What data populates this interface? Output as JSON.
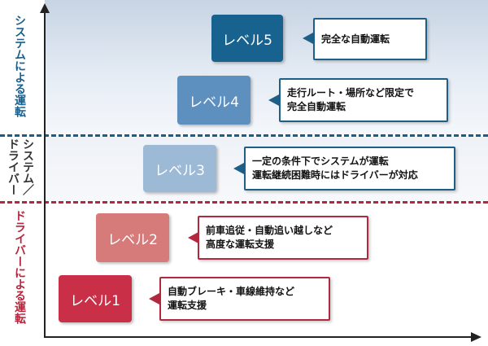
{
  "colors": {
    "system_blue": "#1b5f8c",
    "shared_blue": "#1a5d85",
    "driver_red": "#b3283e"
  },
  "axis_labels": {
    "system": "システムによる運転",
    "shared_line1": "システム／",
    "shared_line2": "ドライバー",
    "driver": "ドライバーによる運転"
  },
  "levels": [
    {
      "label": "レベル5",
      "color": "#17628f",
      "border": "#1e5f88",
      "lines": [
        "完全な自動運転"
      ]
    },
    {
      "label": "レベル4",
      "color": "#5d8fbf",
      "border": "#1e5f88",
      "lines": [
        "走行ルート・場所など限定で",
        "完全自動運転"
      ]
    },
    {
      "label": "レベル3",
      "color": "#9cb9d6",
      "border": "#1e5f88",
      "lines": [
        "一定の条件下でシステムが運転",
        "運転継続困難時にはドライバーが対応"
      ]
    },
    {
      "label": "レベル2",
      "color": "#d77a7a",
      "border": "#b3283e",
      "lines": [
        "前車追従・自動追い越しなど",
        "高度な運転支援"
      ]
    },
    {
      "label": "レベル1",
      "color": "#c92f47",
      "border": "#b3283e",
      "lines": [
        "自動ブレーキ・車線維持など",
        "運転支援"
      ]
    }
  ]
}
